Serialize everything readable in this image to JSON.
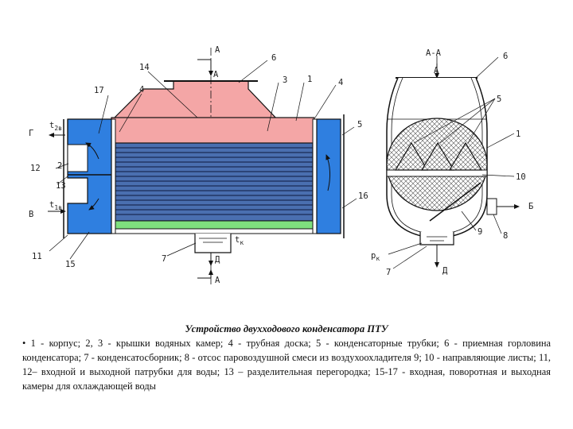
{
  "diagram": {
    "labels": {
      "l14": "14",
      "l17": "17",
      "l4a": "4",
      "lA_top": "А",
      "lA_inlet": "А",
      "l6": "6",
      "l3": "3",
      "l1": "1",
      "l4b": "4",
      "l5_right": "5",
      "lG": "Г",
      "lt2v": "t",
      "lt2v_sub": "2в",
      "l12": "12",
      "l2": "2",
      "l13": "13",
      "lV": "В",
      "lt1v": "t",
      "lt1v_sub": "1в",
      "l11": "11",
      "l15": "15",
      "l16": "16",
      "l7": "7",
      "ltk": "t",
      "ltk_sub": "к",
      "lD": "Д",
      "lA_bottom": "А",
      "lAA": "А-А",
      "lA_right": "А",
      "l6_right": "6",
      "l5_sec": "5",
      "l1_sec": "1",
      "l10": "10",
      "lB": "Б",
      "l9": "9",
      "l8": "8",
      "lpk": "р",
      "lpk_sub": "к",
      "l7_sec": "7",
      "lD_sec": "Д"
    }
  },
  "caption": {
    "title": "Устройство двухходового конденсатора ПТУ",
    "body": "• 1 - корпус; 2, 3 - крышки водяных камер; 4 - трубная доска; 5 - конденсаторные трубки; 6 - приемная горловина конденсатора; 7 - конденсатосборник; 8 - отсос паровоздушной смеси из воздухоохладителя 9; 10 - направляющие листы; 11, 12– входной и выходной патрубки для воды; 13 – разделительная перегородка; 15-17 - входная, поворотная и выходная камеры для охлаждающей воды"
  }
}
